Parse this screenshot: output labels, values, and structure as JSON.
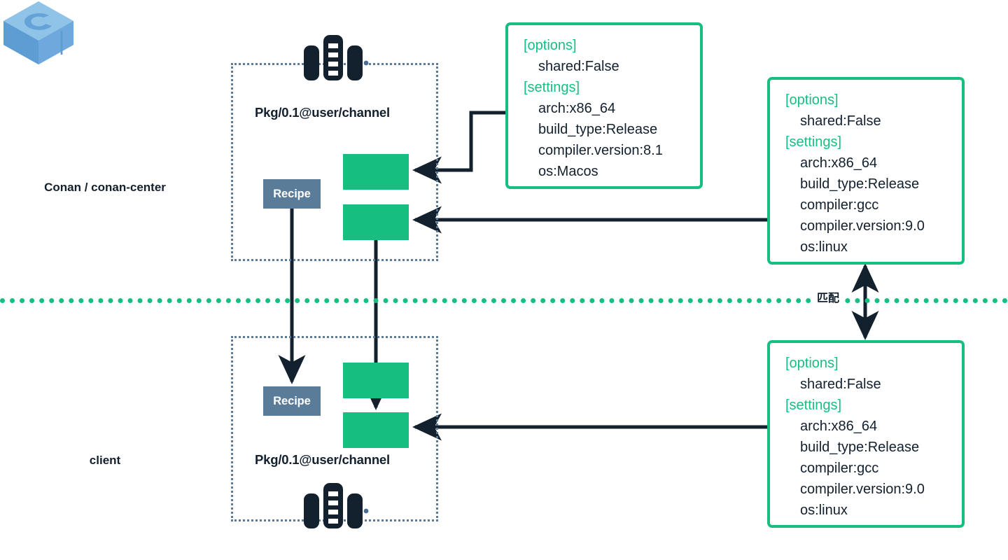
{
  "diagram": {
    "title": "Conan package recipe and binary matching",
    "colors": {
      "green": "#16bf80",
      "slate": "#5b7c99",
      "ink": "#13202e",
      "cube_blue": "#6fa8dc"
    }
  },
  "divider": {
    "label": "匹配"
  },
  "nodes": {
    "remote": {
      "label": "Conan / conan-center",
      "icon": "conan-cube-icon"
    },
    "client": {
      "label": "client",
      "icon": "conan-cube-icon"
    }
  },
  "packages": {
    "top": {
      "name": "Pkg/0.1@user/channel",
      "recipe_label": "Recipe",
      "rack_icon": "server-rack-icon",
      "binaries": [
        "binary-macos",
        "binary-linux"
      ]
    },
    "bottom": {
      "name": "Pkg/0.1@user/channel",
      "recipe_label": "Recipe",
      "rack_icon": "server-rack-icon",
      "binaries": [
        "binary-macos",
        "binary-linux"
      ]
    }
  },
  "profiles": {
    "macos": {
      "options_header": "[options]",
      "options": [
        "shared:False"
      ],
      "settings_header": "[settings]",
      "settings": [
        "arch:x86_64",
        "build_type:Release",
        "compiler.version:8.1",
        "os:Macos"
      ]
    },
    "linux_remote": {
      "options_header": "[options]",
      "options": [
        "shared:False"
      ],
      "settings_header": "[settings]",
      "settings": [
        "arch:x86_64",
        "build_type:Release",
        "compiler:gcc",
        "compiler.version:9.0",
        "os:linux"
      ]
    },
    "linux_local": {
      "options_header": "[options]",
      "options": [
        "shared:False"
      ],
      "settings_header": "[settings]",
      "settings": [
        "arch:x86_64",
        "build_type:Release",
        "compiler:gcc",
        "compiler.version:9.0",
        "os:linux"
      ]
    }
  }
}
